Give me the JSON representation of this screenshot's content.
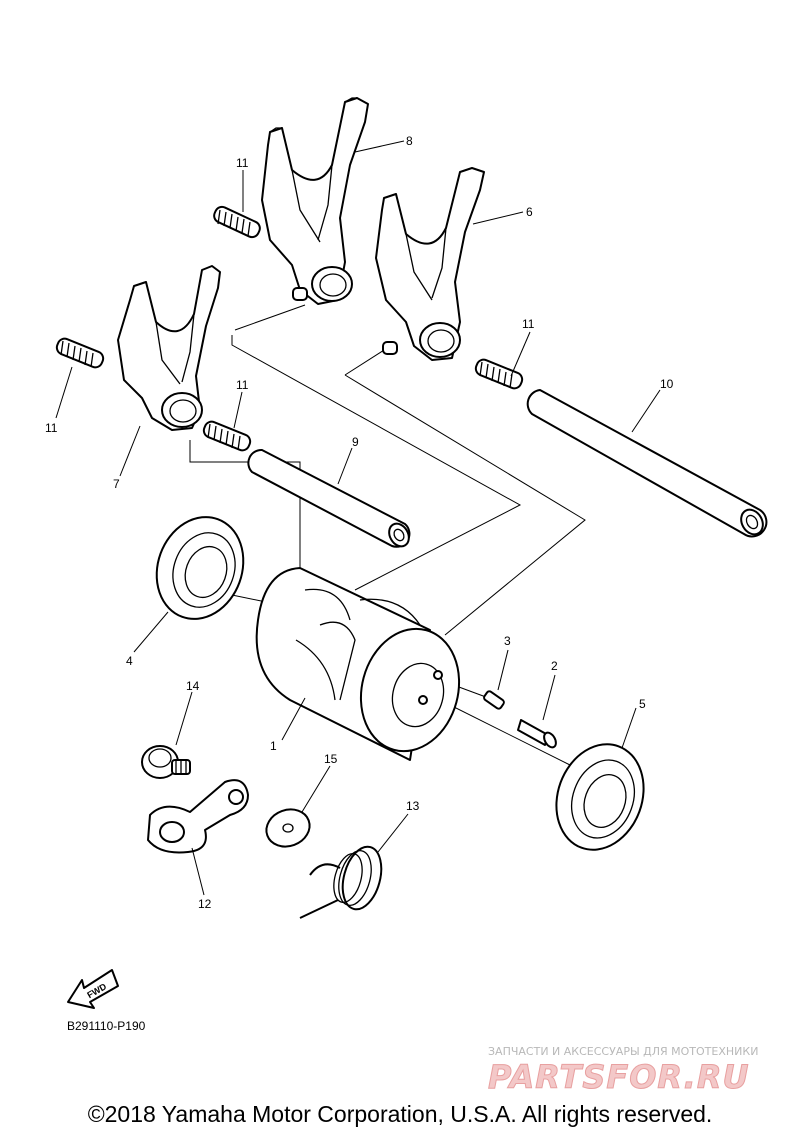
{
  "callouts": {
    "p1": "1",
    "p2": "2",
    "p3": "3",
    "p4": "4",
    "p5": "5",
    "p6": "6",
    "p7": "7",
    "p8": "8",
    "p9": "9",
    "p10": "10",
    "p11a": "11",
    "p11b": "11",
    "p11c": "11",
    "p11d": "11",
    "p12": "12",
    "p13": "13",
    "p14": "14",
    "p15": "15"
  },
  "fwd_label": "FWD",
  "diagram_code": "B291110-P190",
  "watermark": {
    "tagline": "ЗАПЧАСТИ И АКСЕССУАРЫ ДЛЯ МОТОТЕХНИКИ",
    "logo": "PARTSFOR.RU"
  },
  "copyright": "©2018 Yamaha Motor Corporation, U.S.A. All rights reserved."
}
